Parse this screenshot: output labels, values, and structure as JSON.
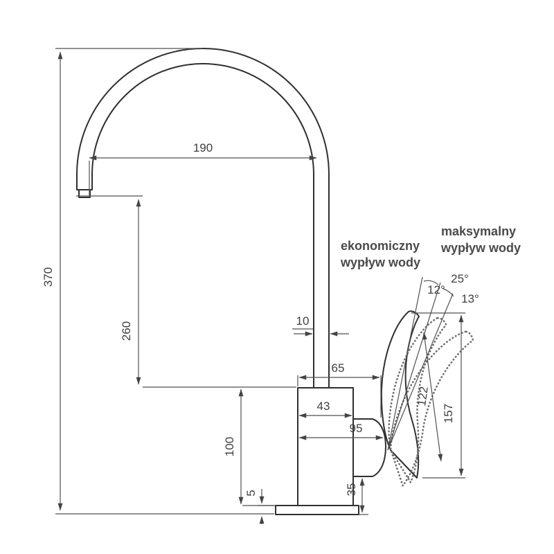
{
  "drawing": {
    "dimensions": {
      "d190": "190",
      "d370": "370",
      "d260": "260",
      "d10": "10",
      "d65": "65",
      "d43": "43",
      "d95": "95",
      "d100": "100",
      "d5": "5",
      "d35": "35",
      "d122": "122",
      "d157": "157"
    },
    "angles": {
      "a25": "25°",
      "a12": "12°",
      "a13": "13°"
    },
    "annotations": {
      "economical_flow": [
        "ekonomiczny",
        "wypływ wody"
      ],
      "maximum_flow": [
        "maksymalny",
        "wypływ wody"
      ]
    },
    "colors": {
      "object_line": "#2f2f2f",
      "dimension_line": "#4f4f4f",
      "text": "#3f3f3f"
    }
  }
}
